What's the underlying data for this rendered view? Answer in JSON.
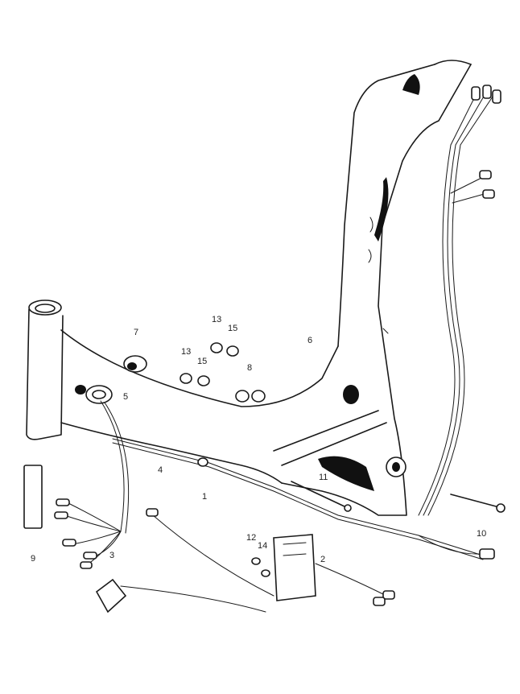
{
  "callouts": {
    "c1": "1",
    "c2": "2",
    "c3": "3",
    "c4": "4",
    "c5": "5",
    "c6": "6",
    "c7": "7",
    "c8": "8",
    "c9": "9",
    "c10": "10",
    "c11": "11",
    "c12": "12",
    "c13a": "13",
    "c13b": "13",
    "c14": "14",
    "c15a": "15",
    "c15b": "15"
  }
}
